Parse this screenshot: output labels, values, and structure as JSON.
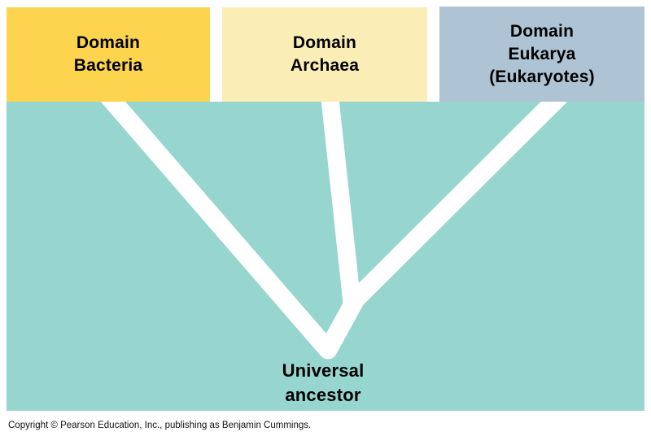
{
  "figure": {
    "title_semantic": "Three domains of life phylogenetic tree",
    "background_color": "#96D6CF",
    "branch_color": "#FFFFFF",
    "text_color": "#000000",
    "domains": [
      {
        "id": "bacteria",
        "label": "Domain\nBacteria",
        "color": "#FCD44E"
      },
      {
        "id": "archaea",
        "label": "Domain\nArchaea",
        "color": "#FAEDB5"
      },
      {
        "id": "eukarya",
        "label": "Domain\nEukarya\n(Eukaryotes)",
        "color": "#AEC3D3"
      }
    ],
    "root_label": "Universal\nancestor"
  },
  "footer": {
    "copyright": "Copyright © Pearson Education, Inc., publishing as Benjamin Cummings."
  }
}
